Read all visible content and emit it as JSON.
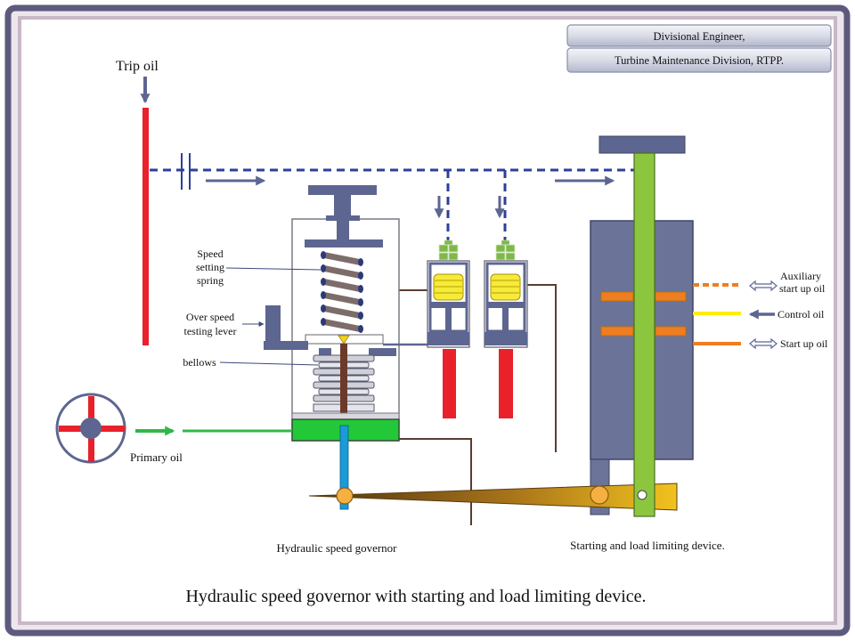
{
  "header": {
    "line1": "Divisional Engineer,",
    "line2": "Turbine Maintenance Division, RTPP."
  },
  "labels": {
    "trip_oil": "Trip oil",
    "speed_setting_spring": [
      "Speed",
      "setting",
      "spring"
    ],
    "over_speed_testing_lever": [
      "Over speed",
      "testing lever"
    ],
    "bellows": "bellows",
    "primary_oil": "Primary oil",
    "hydraulic_speed_governor": "Hydraulic speed governor",
    "starting_device": "Starting and load limiting device.",
    "auxiliary_start_up_oil": [
      "Auxiliary",
      "start up oil"
    ],
    "control_oil": "Control oil",
    "start_up_oil": "Start up oil"
  },
  "caption": "Hydraulic speed governor with starting and load limiting device.",
  "colors": {
    "frame": "#5e5a7e",
    "slate": "#5d6690",
    "trip_oil": "#e8212b",
    "dashed_oil_line": "#2e3f99",
    "primary_oil": "#2fb84a",
    "control_oil": "#ffee00",
    "start_up_oil": "#ef7d22",
    "spring": "#f6ea3a",
    "green_rod": "#8cc63f",
    "bellows_rod": "#6b3a2a",
    "governor_rod": "#1a9ad6",
    "pivot": "#f5b041"
  }
}
